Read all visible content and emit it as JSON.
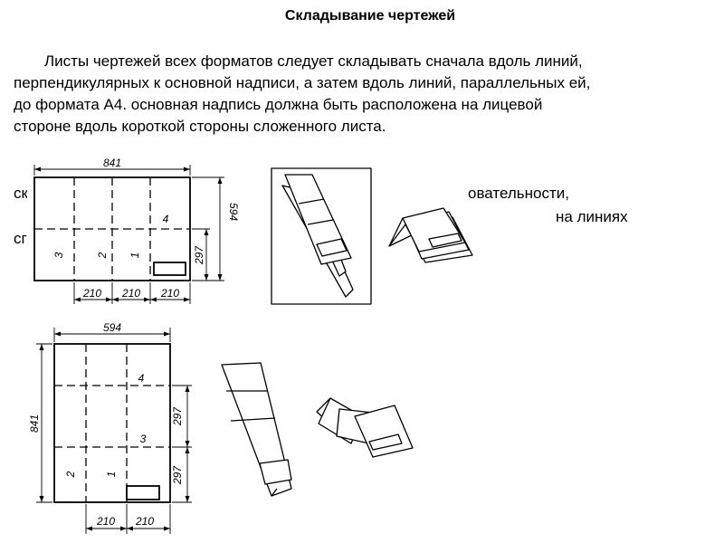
{
  "title": "Складывание чертежей",
  "paragraph": [
    "Листы чертежей всех форматов следует складывать сначала вдоль линий,",
    "перпендикулярных к основной надписи, а затем вдоль линий, параллельных ей,",
    "до формата А4. основная надпись должна быть расположена на лицевой",
    "стороне вдоль короткой стороны сложенного листа."
  ],
  "hidden_fragments": {
    "left_line1": "ск",
    "left_line2": "сг",
    "right_line1": "овательности,",
    "right_line2": "на линиях"
  },
  "figure_a1": {
    "width_dim": "841",
    "height_dim": "594",
    "height_half_dim": "297",
    "bottom_dims": [
      "210",
      "210",
      "210"
    ],
    "fold_numbers": [
      "1",
      "2",
      "3",
      "4"
    ]
  },
  "figure_a1_vertical": {
    "width_dim": "594",
    "height_dim": "841",
    "right_dims": [
      "297",
      "297"
    ],
    "bottom_dims": [
      "210",
      "210"
    ],
    "fold_numbers": [
      "1",
      "2",
      "3",
      "4"
    ]
  }
}
